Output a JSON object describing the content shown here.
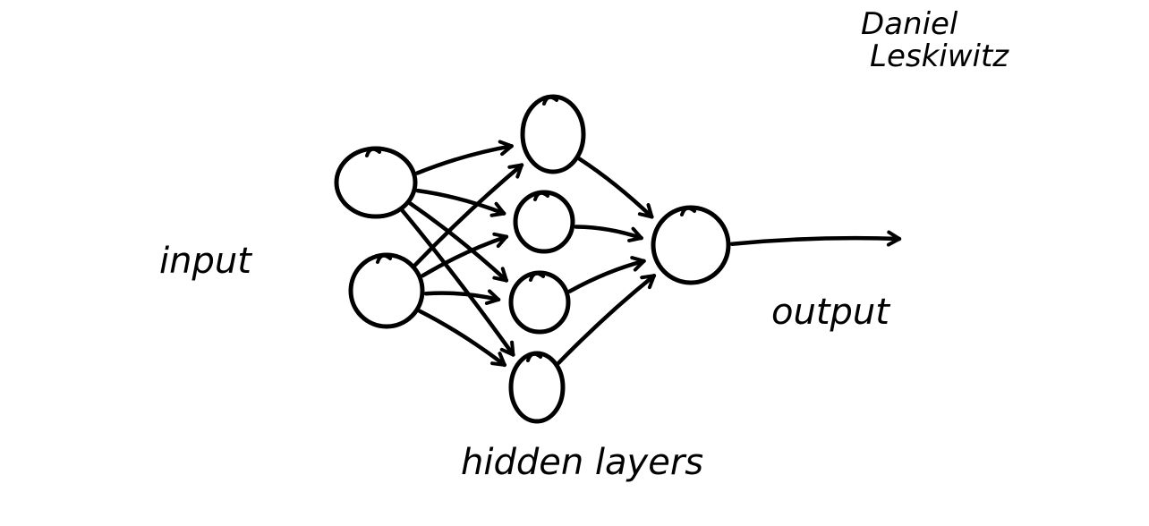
{
  "diagram": {
    "author": {
      "line1": "Daniel",
      "line2": "Leskiwitz"
    },
    "labels": {
      "input": "input",
      "hidden": "hidden layers",
      "output": "output"
    },
    "nodes": [
      {
        "id": "in1",
        "layer": "input"
      },
      {
        "id": "in2",
        "layer": "input"
      },
      {
        "id": "h1",
        "layer": "hidden"
      },
      {
        "id": "h2",
        "layer": "hidden"
      },
      {
        "id": "h3",
        "layer": "hidden"
      },
      {
        "id": "h4",
        "layer": "hidden"
      },
      {
        "id": "out",
        "layer": "output"
      }
    ],
    "edges": [
      {
        "from": "in1",
        "to": "h1"
      },
      {
        "from": "in1",
        "to": "h2"
      },
      {
        "from": "in1",
        "to": "h3"
      },
      {
        "from": "in1",
        "to": "h4"
      },
      {
        "from": "in2",
        "to": "h1"
      },
      {
        "from": "in2",
        "to": "h2"
      },
      {
        "from": "in2",
        "to": "h3"
      },
      {
        "from": "in2",
        "to": "h4"
      },
      {
        "from": "h1",
        "to": "out"
      },
      {
        "from": "h2",
        "to": "out"
      },
      {
        "from": "h3",
        "to": "out"
      },
      {
        "from": "h4",
        "to": "out"
      },
      {
        "from": "out",
        "to": "result"
      }
    ],
    "colors": {
      "ink": "#000000",
      "background": "#ffffff"
    }
  }
}
